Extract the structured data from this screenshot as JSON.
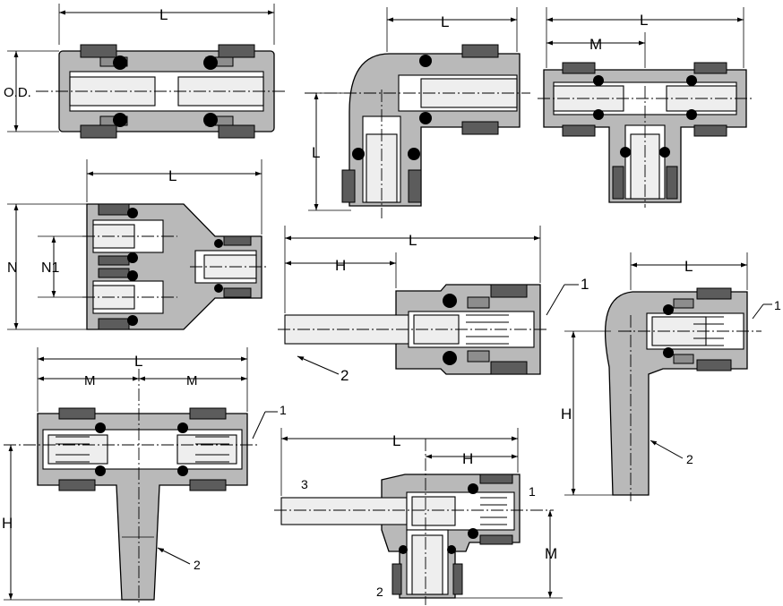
{
  "labels": {
    "L": "L",
    "M": "M",
    "H": "H",
    "N": "N",
    "N1": "N1",
    "OD": "O.D.",
    "one": "1",
    "two": "2",
    "three": "3"
  },
  "colors": {
    "body": "#b9b9b9",
    "collet": "#5c5c5c",
    "sleeve": "#8d8d8d",
    "line": "#000000"
  }
}
